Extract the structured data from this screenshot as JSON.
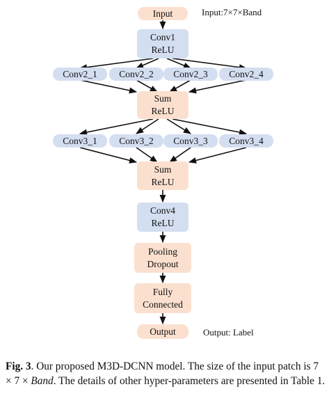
{
  "diagram": {
    "input": "Input",
    "input_note": "Input:7×7×Band",
    "conv1": [
      "Conv1",
      "ReLU"
    ],
    "branch1": [
      "Conv2_1",
      "Conv2_2",
      "Conv2_3",
      "Conv2_4"
    ],
    "sum1": [
      "Sum",
      "ReLU"
    ],
    "branch2": [
      "Conv3_1",
      "Conv3_2",
      "Conv3_3",
      "Conv3_4"
    ],
    "sum2": [
      "Sum",
      "ReLU"
    ],
    "conv4": [
      "Conv4",
      "ReLU"
    ],
    "pool": [
      "Pooling",
      "Dropout"
    ],
    "fc": [
      "Fully",
      "Connected"
    ],
    "output": "Output",
    "output_note": "Output: Label"
  },
  "caption": {
    "label": "Fig. 3",
    "text_a": ". Our proposed M3D-DCNN model. The size of the input patch is 7 × 7 × ",
    "math": "Band",
    "text_b": ". The details of other hyper-parameters are presented in Table 1."
  },
  "colors": {
    "peach": "#fbe0cf",
    "blue": "#d4def1",
    "arrow": "#111111"
  }
}
